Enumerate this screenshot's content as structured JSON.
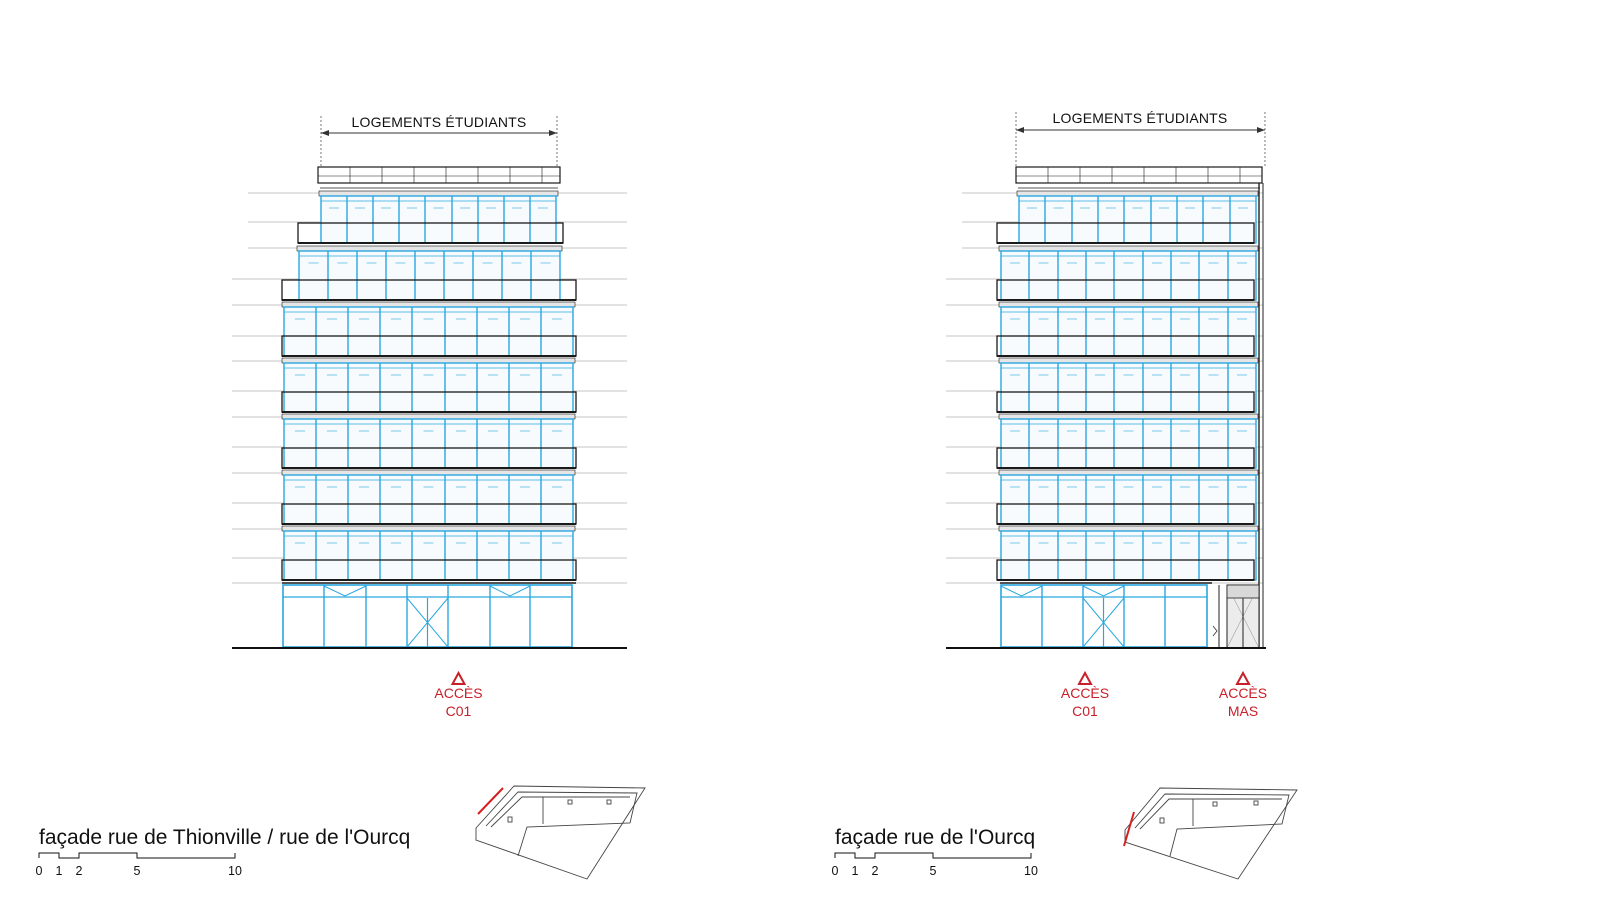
{
  "drawings": [
    {
      "title": "façade rue de Thionville / rue de l'Ourcq",
      "band_label": "LOGEMENTS ÉTUDIANTS",
      "accesses": [
        {
          "line1": "ACCÈS",
          "line2": "C01"
        }
      ],
      "scale_ticks": [
        "0",
        "1",
        "2",
        "5",
        "10"
      ]
    },
    {
      "title": "façade rue de l'Ourcq",
      "band_label": "LOGEMENTS ÉTUDIANTS",
      "accesses": [
        {
          "line1": "ACCÈS",
          "line2": "C01"
        },
        {
          "line1": "ACCÈS",
          "line2": "MAS"
        }
      ],
      "scale_ticks": [
        "0",
        "1",
        "2",
        "5",
        "10"
      ]
    }
  ],
  "colors": {
    "line": "#1a1a1a",
    "glazing": "#2aa7e0",
    "accent": "#c8202a",
    "guide": "#8a8a8a"
  }
}
